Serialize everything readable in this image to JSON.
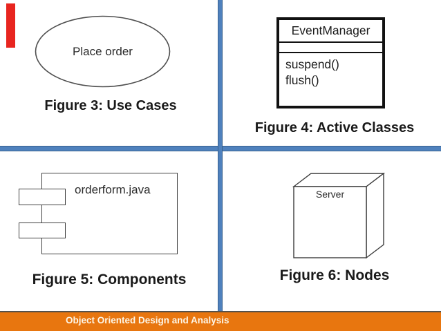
{
  "slide": {
    "footer_title": "Object Oriented Design and Analysis"
  },
  "figures": {
    "use_cases": {
      "caption": "Figure 3: Use Cases",
      "bubble_label": "Place order"
    },
    "active_classes": {
      "caption": "Figure 4: Active Classes",
      "class_name": "EventManager",
      "methods": [
        "suspend()",
        "flush()"
      ]
    },
    "components": {
      "caption": "Figure 5: Components",
      "component_label": "orderform.java"
    },
    "nodes": {
      "caption": "Figure 6: Nodes",
      "node_label": "Server"
    }
  },
  "colors": {
    "divider_blue": "#4f81bd",
    "divider_blue_edge": "#38618e",
    "banner_orange": "#e8760f",
    "banner_text": "#fdf5e6",
    "marker_red": "#e8251f",
    "diagram_stroke": "#3d3d3d",
    "caption_text": "#1a1a1a"
  }
}
